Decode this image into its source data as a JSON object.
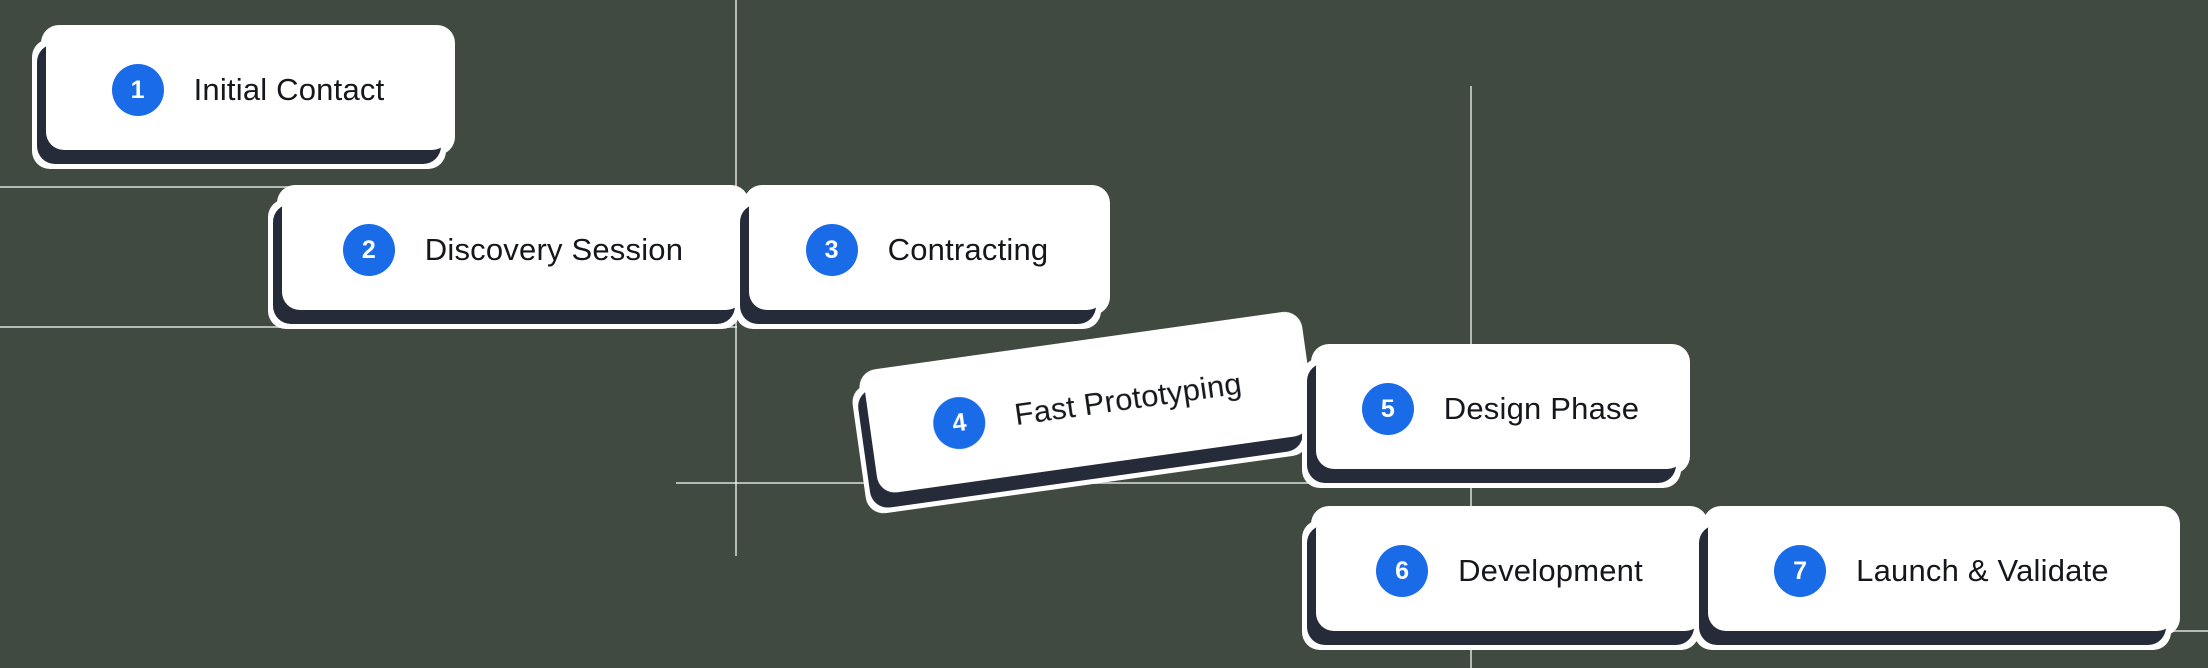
{
  "canvas": {
    "background_color": "#404a41",
    "grid_line_color": "rgba(255,255,255,0.62)"
  },
  "colors": {
    "card_background": "#ffffff",
    "card_text": "#15171c",
    "badge_background": "#1a6be8",
    "badge_text": "#ffffff",
    "card_shadow": "#252b39",
    "card_outline": "#ffffff"
  },
  "steps": [
    {
      "number": "1",
      "label": "Initial Contact"
    },
    {
      "number": "2",
      "label": "Discovery Session"
    },
    {
      "number": "3",
      "label": "Contracting"
    },
    {
      "number": "4",
      "label": "Fast Prototyping"
    },
    {
      "number": "5",
      "label": "Design Phase"
    },
    {
      "number": "6",
      "label": "Development"
    },
    {
      "number": "7",
      "label": "Launch & Validate"
    }
  ]
}
